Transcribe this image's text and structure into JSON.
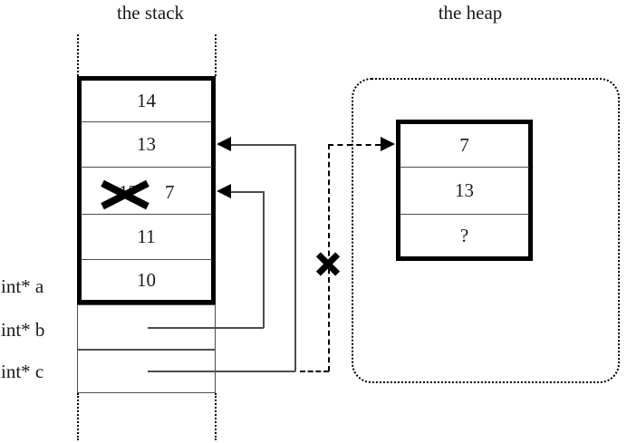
{
  "diagram": {
    "stack": {
      "title": "the stack",
      "frame_cells": [
        {
          "value": "14"
        },
        {
          "value": "13"
        },
        {
          "value": "12",
          "struck": true,
          "new_value": "7"
        },
        {
          "value": "11"
        },
        {
          "value": "10"
        }
      ],
      "pointer_cells": [
        {
          "label": "int* b",
          "value": ""
        },
        {
          "label": "int* c",
          "value": ""
        }
      ],
      "labels": [
        "int* a",
        "int* b",
        "int* c"
      ]
    },
    "heap": {
      "title": "the heap",
      "cells": [
        {
          "value": "7"
        },
        {
          "value": "13"
        },
        {
          "value": "?"
        }
      ]
    },
    "marks": {
      "strike_symbol": "X",
      "invalid_pointer_note": "X"
    },
    "colors": {
      "ink": "#000000",
      "text": "#1a1a1a",
      "thin_stroke": "#4d4d4d",
      "background": "#ffffff"
    }
  }
}
